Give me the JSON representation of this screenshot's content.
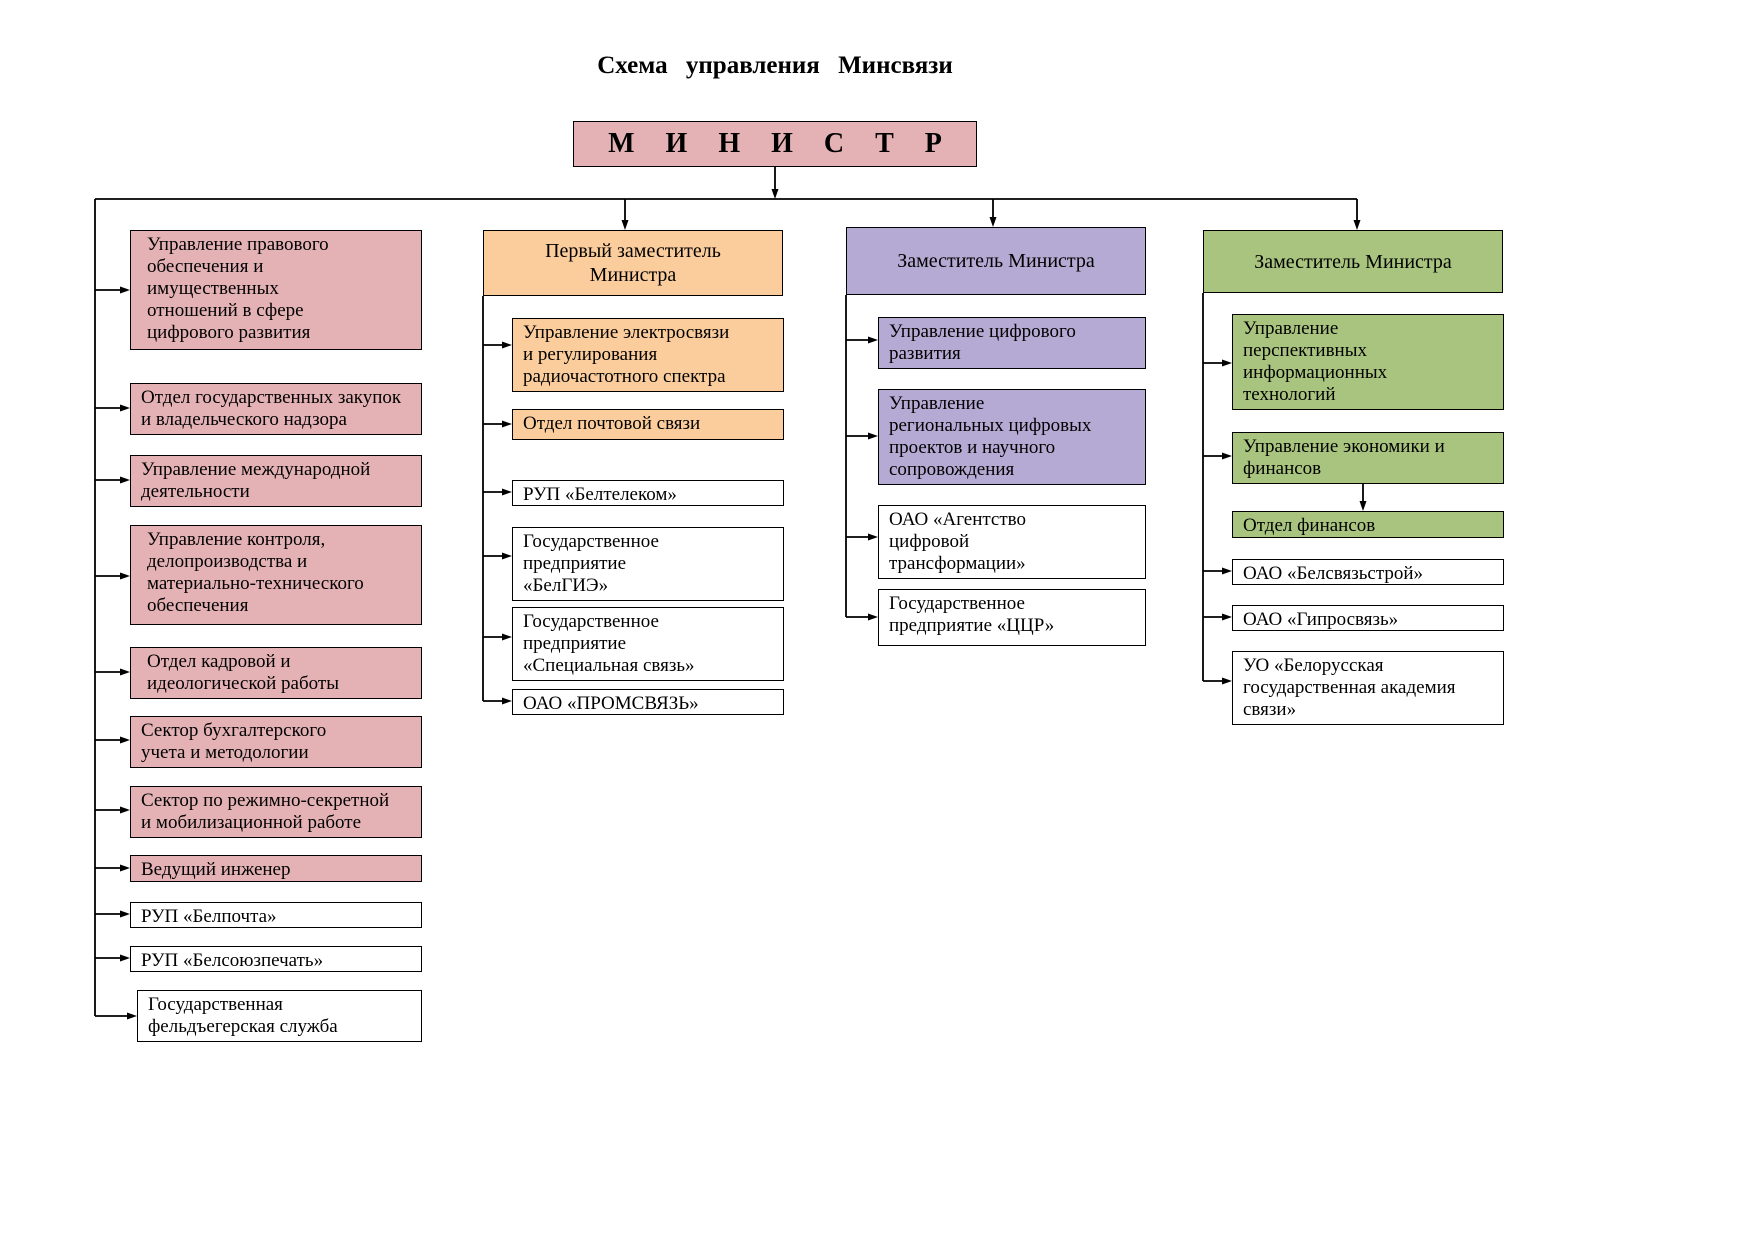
{
  "title": "Схема управления Минсвязи",
  "minister": "М И Н И С Т Р",
  "colors": {
    "rose": "#e4b2b5",
    "peach": "#fbcd9c",
    "lavender": "#b4aad3",
    "green": "#a9c47f",
    "line": "#000000"
  },
  "left_column": {
    "boxes": [
      "Управление правового\nобеспечения и\nимущественных\nотношений в сфере\nцифрового развития",
      "Отдел государственных закупок\nи владельческого надзора",
      "Управление международной\nдеятельности",
      "Управление контроля,\nделопроизводства и\nматериально-технического\nобеспечения",
      "Отдел кадровой и\nидеологической работы",
      "Сектор бухгалтерского\nучета и методологии",
      "Сектор по режимно-секретной\nи мобилизационной работе",
      "Ведущий инженер",
      "РУП «Белпочта»",
      "РУП «Белсоюзпечать»",
      "Государственная\nфельдъегерская служба"
    ]
  },
  "first_deputy": {
    "header": "Первый заместитель\nМинистра",
    "boxes": [
      "Управление электросвязи\nи регулирования\nрадиочастотного спектра",
      "Отдел почтовой связи",
      "РУП «Белтелеком»",
      "Государственное\nпредприятие\n«БелГИЭ»",
      "Государственное\nпредприятие\n«Специальная связь»",
      "ОАО «ПРОМСВЯЗЬ»"
    ]
  },
  "deputy_a": {
    "header": "Заместитель Министра",
    "boxes": [
      "Управление цифрового\nразвития",
      "Управление\nрегиональных цифровых\nпроектов и научного\nсопровождения",
      "ОАО «Агентство\nцифровой\nтрансформации»",
      "Государственное\nпредприятие «ЦЦР»"
    ]
  },
  "deputy_b": {
    "header": "Заместитель Министра",
    "boxes": [
      "Управление\nперспективных\nинформационных\nтехнологий",
      "Управление экономики и\nфинансов",
      "Отдел финансов",
      "ОАО «Белсвязьстрой»",
      "ОАО «Гипросвязь»",
      "УО «Белорусская\nгосударственная академия\nсвязи»"
    ]
  }
}
